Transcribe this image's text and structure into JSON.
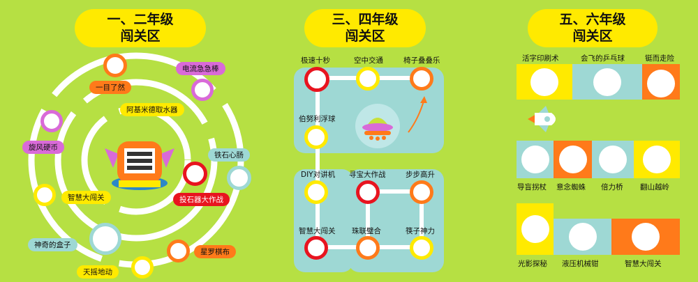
{
  "sections": [
    {
      "title_line1": "一、二年级",
      "title_line2": "闯关区"
    },
    {
      "title_line1": "三、四年级",
      "title_line2": "闯关区"
    },
    {
      "title_line1": "五、六年级",
      "title_line2": "闯关区"
    }
  ],
  "zone1": {
    "labels": [
      "电流急急棒",
      "一目了然",
      "阿基米德取水器",
      "铁石心肠",
      "旋风硬币",
      "智慧大闯关",
      "投石器大作战",
      "神奇的盒子",
      "星罗棋布",
      "天摇地动"
    ]
  },
  "zone2": {
    "labels": [
      "极速十秒",
      "空中交通",
      "椅子叠叠乐",
      "伯努利浮球",
      "DIY对讲机",
      "寻宝大作战",
      "步步高升",
      "智慧大闯关",
      "珠联璧合",
      "筷子神力"
    ]
  },
  "zone3": {
    "labels": [
      "活字印刷术",
      "会飞的乒乓球",
      "铤而走险",
      "导盲拐杖",
      "意念蜘蛛",
      "倍力桥",
      "翻山越岭",
      "光影探秘",
      "液压机械钳",
      "智慧大闯关"
    ]
  },
  "colors": {
    "background": "#b6e043",
    "yellow": "#ffea00",
    "orange": "#ff7a1a",
    "red": "#e8141f",
    "purple": "#d96ad8",
    "teal": "#9ed8d4"
  }
}
